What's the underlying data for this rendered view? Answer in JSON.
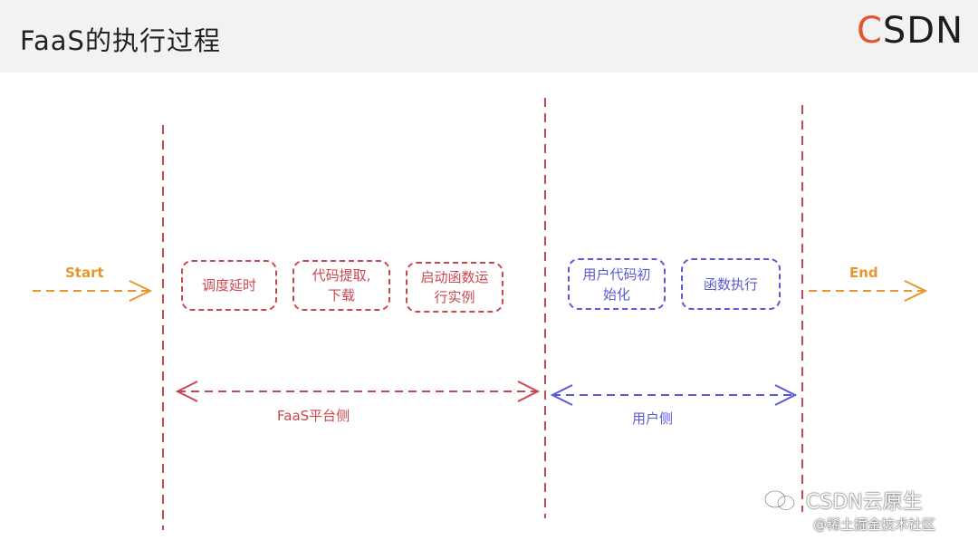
{
  "header": {
    "title": "FaaS的执行过程",
    "logo_first": "C",
    "logo_rest": "SDN"
  },
  "flow": {
    "start_label": "Start",
    "end_label": "End"
  },
  "platform_steps": [
    {
      "line1": "调度延时",
      "line2": ""
    },
    {
      "line1": "代码提取,",
      "line2": "下载"
    },
    {
      "line1": "启动函数运",
      "line2": "行实例"
    }
  ],
  "user_steps": [
    {
      "line1": "用户代码初",
      "line2": "始化"
    },
    {
      "line1": "函数执行",
      "line2": ""
    }
  ],
  "spans": {
    "platform_label": "FaaS平台侧",
    "user_label": "用户侧"
  },
  "watermark": {
    "line1": "CSDN云原生",
    "line2": "@稀土掘金技术社区",
    "icon": "wechat-icon"
  },
  "colors": {
    "platform": "#c9474e",
    "user": "#5a5ad8",
    "flow": "#e8962b",
    "logo_accent": "#e8542a"
  }
}
